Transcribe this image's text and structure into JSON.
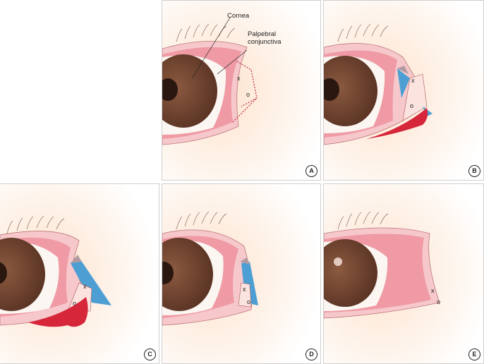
{
  "panels": [
    {
      "id": "A",
      "label": "A"
    },
    {
      "id": "B",
      "label": "B"
    },
    {
      "id": "C",
      "label": "C"
    },
    {
      "id": "D",
      "label": "D"
    },
    {
      "id": "E",
      "label": "E"
    }
  ],
  "annotations": {
    "cornea": "Cornea",
    "palpebral_line1": "Palpebral",
    "palpebral_line2": "conjunctiva"
  },
  "marks": {
    "x": "x",
    "o": "o"
  },
  "colors": {
    "skin": "#fde6d4",
    "lid": "#f6c8cc",
    "conjunctiva": "#ef9aa4",
    "sclera": "#fbf6f2",
    "iris": "#7a4a35",
    "pupil": "#2a1710",
    "blood": "#d6263a",
    "flap_blue": "#4d9fd3"
  }
}
